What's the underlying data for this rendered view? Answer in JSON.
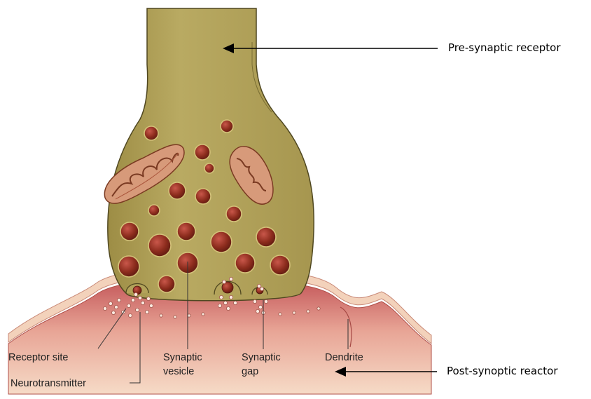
{
  "callouts": {
    "pre": "Pre-synaptic receptor",
    "post": "Post-synoptic reactor"
  },
  "figure_labels": {
    "receptor_site": "Receptor site",
    "neurotransmitter": "Neurotransmitter",
    "synaptic_vesicle_1": "Synaptic",
    "synaptic_vesicle_2": "vesicle",
    "synaptic_gap_1": "Synaptic",
    "synaptic_gap_2": "gap",
    "dendrite": "Dendrite"
  },
  "colors": {
    "axon_fill": "#b3a35a",
    "axon_stroke": "#5e5424",
    "vesicle": "#8f2e1f",
    "membrane": "#f0c8ae",
    "dendrite_top": "#c8605b",
    "dendrite_bottom": "#f2d3bd"
  }
}
